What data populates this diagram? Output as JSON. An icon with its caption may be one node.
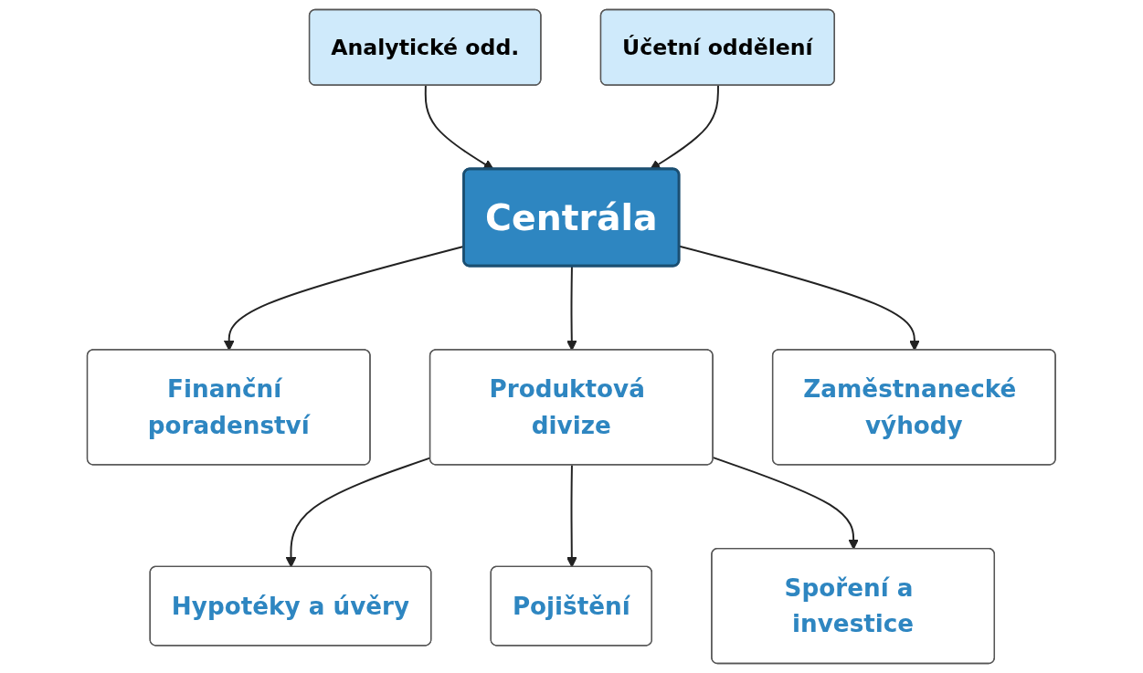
{
  "diagram": {
    "nodes": [
      {
        "text": [
          "Analytické odd."
        ]
      },
      {
        "text": [
          "Centrála"
        ]
      },
      {
        "text": [
          "Účetní oddělení"
        ]
      },
      {
        "text": [
          "Finanční poradenství"
        ]
      },
      {
        "text": [
          "Produktová divize"
        ]
      },
      {
        "text": [
          "Zaměstnanecké výhody"
        ]
      },
      {
        "text": [
          "Hypotéky a úvěry"
        ]
      },
      {
        "text": [
          "Pojištění"
        ]
      },
      {
        "text": [
          "Spoření a investice"
        ]
      }
    ],
    "edges": [
      {
        "from": 0,
        "to": 1,
        "arrow": "to"
      },
      {
        "from": 2,
        "to": 1,
        "arrow": "to"
      },
      {
        "from": 1,
        "to": 3,
        "arrow": "to"
      },
      {
        "from": 1,
        "to": 4,
        "arrow": "to"
      },
      {
        "from": 1,
        "to": 5,
        "arrow": "to"
      },
      {
        "from": 4,
        "to": 6,
        "arrow": "to"
      },
      {
        "from": 4,
        "to": 7,
        "arrow": "to"
      },
      {
        "from": 4,
        "to": 8,
        "arrow": "to"
      }
    ]
  }
}
